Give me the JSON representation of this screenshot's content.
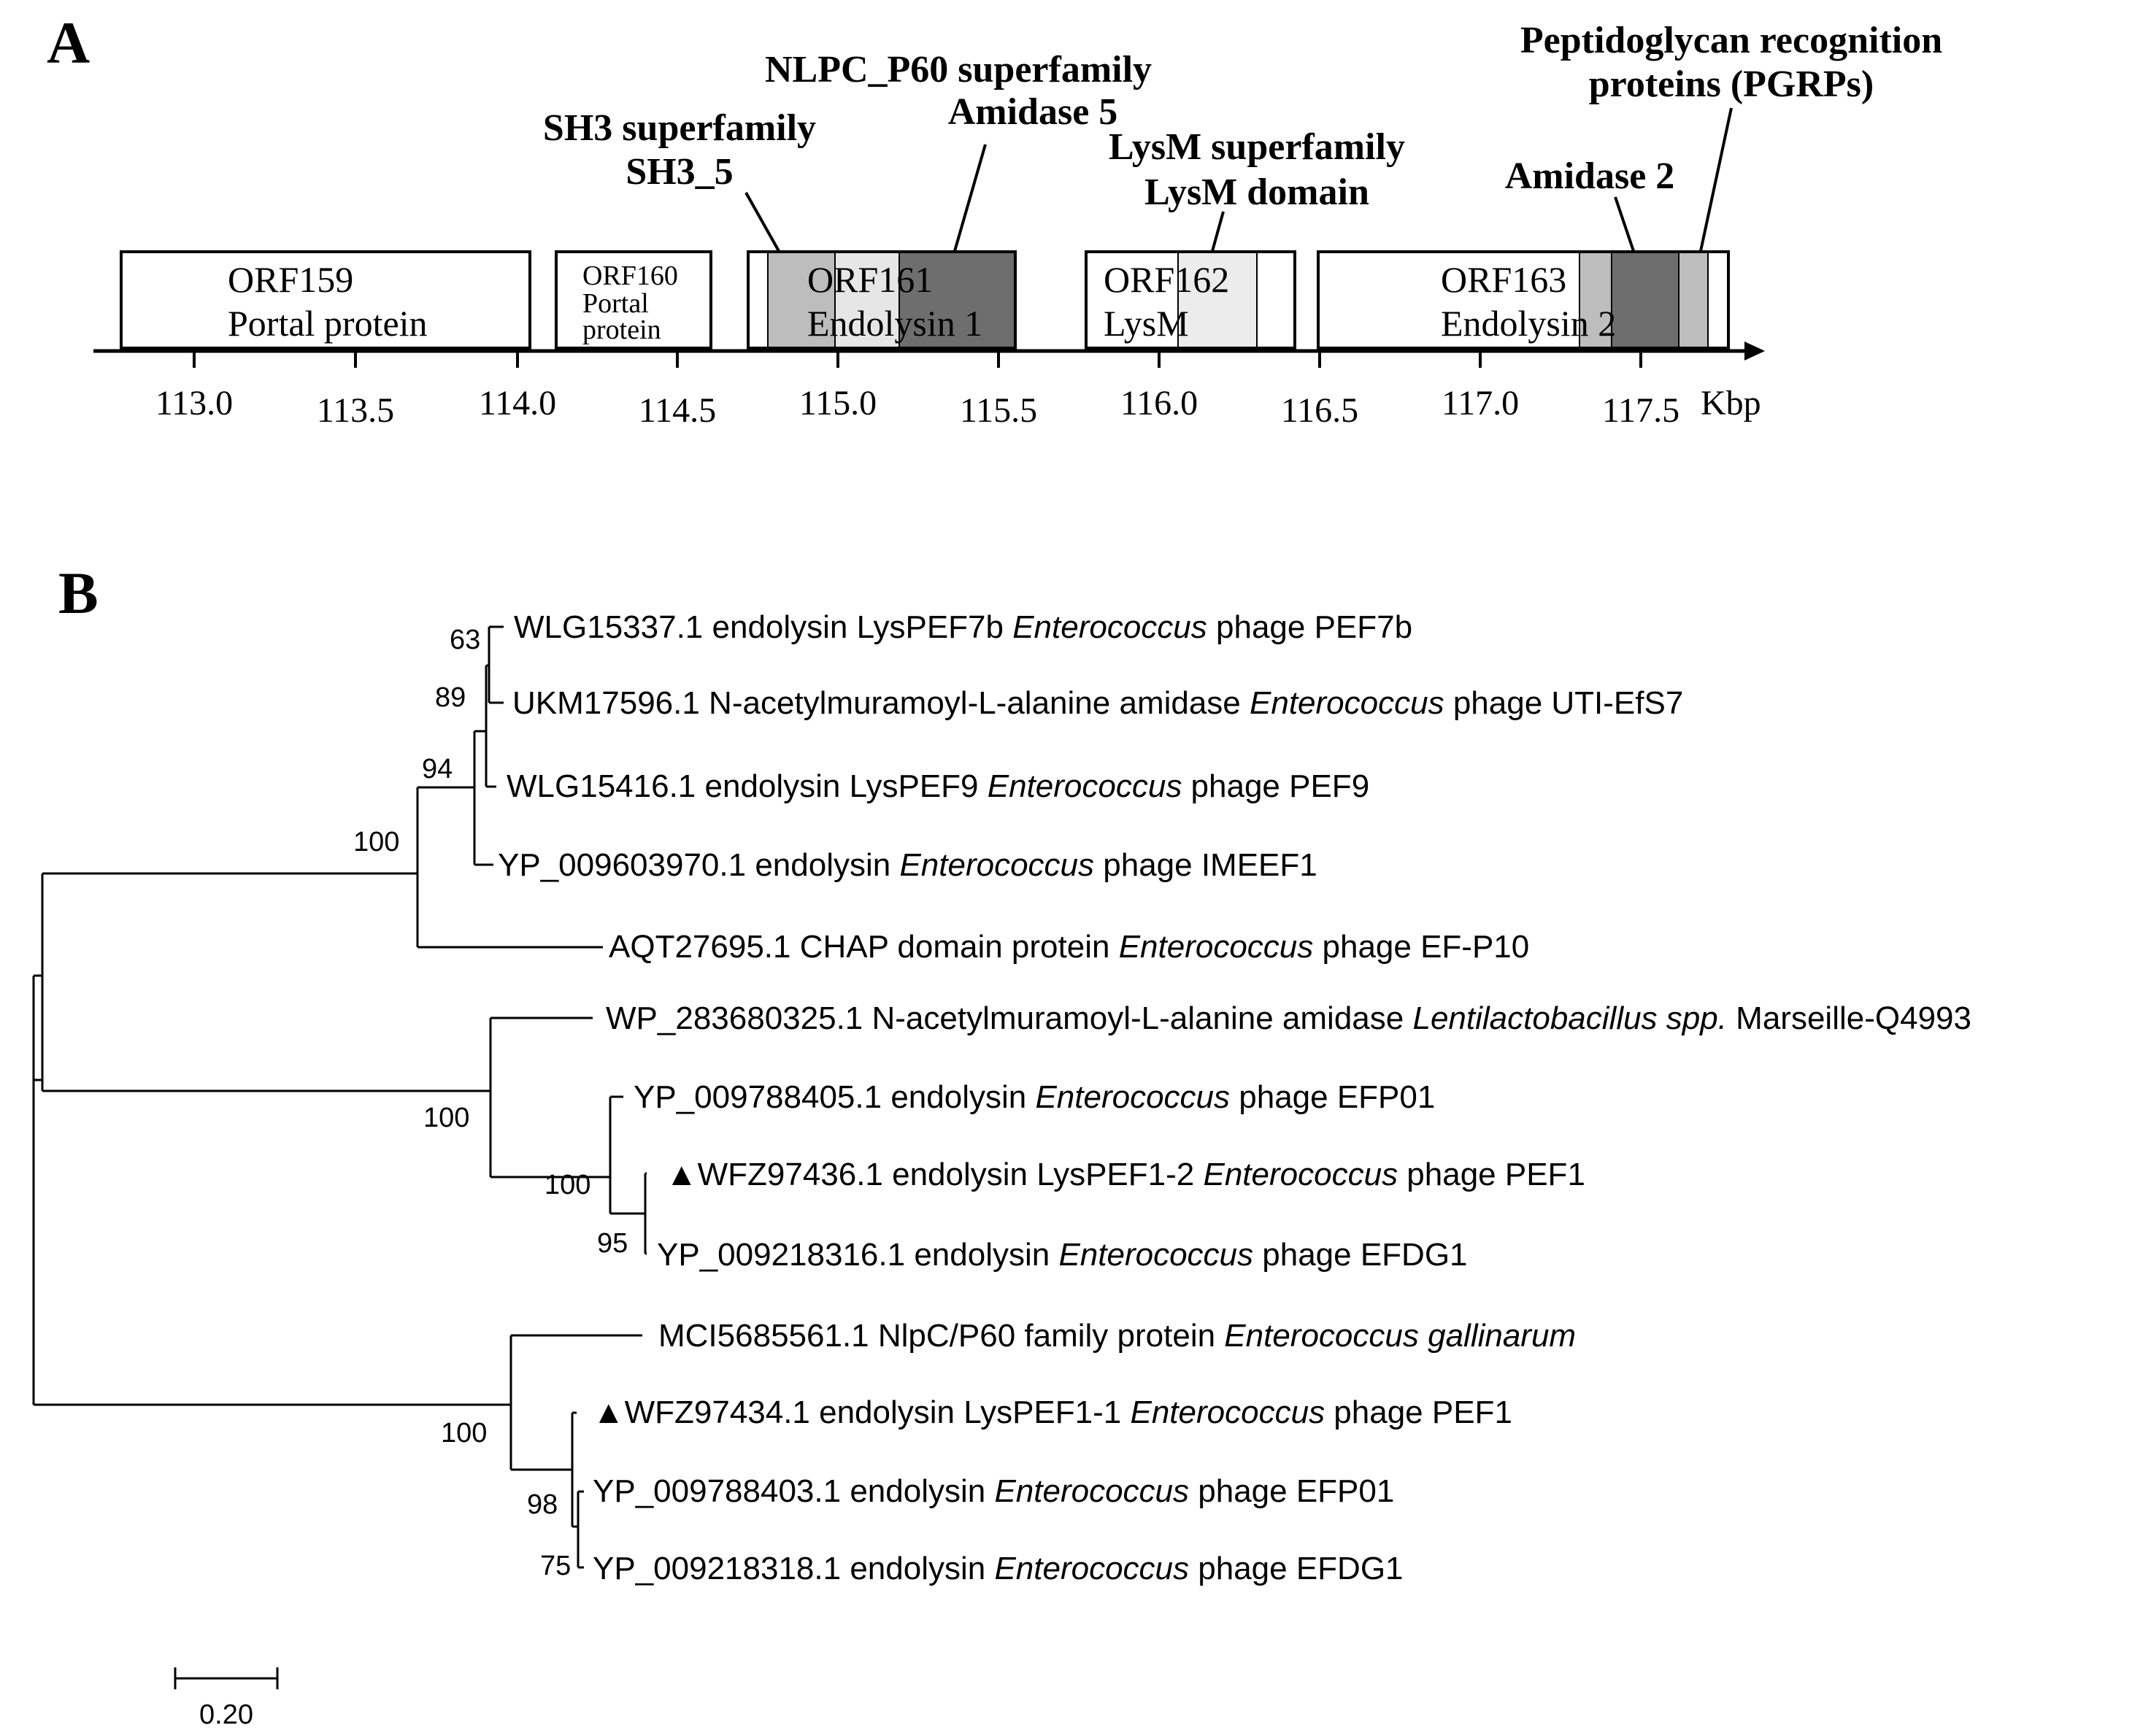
{
  "panel_a": {
    "letter": "A",
    "axis_unit": "Kbp",
    "ticks": [
      "113.0",
      "113.5",
      "114.0",
      "114.5",
      "115.0",
      "115.5",
      "116.0",
      "116.5",
      "117.0",
      "117.5"
    ],
    "orfs": [
      {
        "name": "ORF159",
        "desc": "Portal protein"
      },
      {
        "name": "ORF160",
        "desc_line1": "Portal",
        "desc_line2": "protein"
      },
      {
        "name": "ORF161",
        "desc": "Endolysin 1"
      },
      {
        "name": "ORF162",
        "desc": "LysM"
      },
      {
        "name": "ORF163",
        "desc": "Endolysin 2"
      }
    ],
    "domain_labels": {
      "sh3_line1": "SH3 superfamily",
      "sh3_line2": "SH3_5",
      "nlpc_line1": "NLPC_P60 superfamily",
      "nlpc_line2": "Amidase 5",
      "lysm_line1": "LysM superfamily",
      "lysm_line2": "LysM domain",
      "amidase2": "Amidase 2",
      "pgrp_line1": "Peptidoglycan recognition",
      "pgrp_line2": "proteins (PGRPs)"
    },
    "colors": {
      "light_grey": "#bdbdbd",
      "dark_grey": "#6e6e6e",
      "very_light_grey": "#ececec"
    }
  },
  "panel_b": {
    "letter": "B",
    "marker": "▲",
    "leaves": [
      {
        "acc": "WLG15337.1 endolysin LysPEF7b ",
        "genus": "Enterococcus",
        "rest": " phage PEF7b",
        "marked": false
      },
      {
        "acc": "UKM17596.1 N-acetylmuramoyl-L-alanine amidase ",
        "genus": "Enterococcus",
        "rest": " phage UTI-EfS7",
        "marked": false
      },
      {
        "acc": "WLG15416.1 endolysin LysPEF9 ",
        "genus": "Enterococcus",
        "rest": " phage PEF9",
        "marked": false
      },
      {
        "acc": "YP_009603970.1 endolysin ",
        "genus": "Enterococcus",
        "rest": " phage IMEEF1",
        "marked": false
      },
      {
        "acc": "AQT27695.1 CHAP domain protein ",
        "genus": "Enterococcus",
        "rest": " phage EF-P10",
        "marked": false
      },
      {
        "acc": "WP_283680325.1 N-acetylmuramoyl-L-alanine amidase ",
        "genus": "Lentilactobacillus spp.",
        "rest": " Marseille-Q4993",
        "marked": false
      },
      {
        "acc": "YP_009788405.1 endolysin ",
        "genus": "Enterococcus",
        "rest": " phage EFP01",
        "marked": false
      },
      {
        "acc": "WFZ97436.1 endolysin LysPEF1-2 ",
        "genus": "Enterococcus",
        "rest": " phage PEF1",
        "marked": true
      },
      {
        "acc": "YP_009218316.1 endolysin ",
        "genus": "Enterococcus",
        "rest": " phage EFDG1",
        "marked": false
      },
      {
        "acc": "MCI5685561.1 NlpC/P60 family protein ",
        "genus": "Enterococcus gallinarum",
        "rest": "",
        "marked": false
      },
      {
        "acc": "WFZ97434.1 endolysin LysPEF1-1 ",
        "genus": "Enterococcus",
        "rest": " phage PEF1",
        "marked": true
      },
      {
        "acc": "YP_009788403.1 endolysin ",
        "genus": "Enterococcus",
        "rest": " phage EFP01",
        "marked": false
      },
      {
        "acc": "YP_009218318.1 endolysin ",
        "genus": "Enterococcus",
        "rest": " phage EFDG1",
        "marked": false
      }
    ],
    "bootstraps": [
      "63",
      "89",
      "94",
      "100",
      "100",
      "100",
      "95",
      "100",
      "98",
      "75"
    ],
    "scale_bar": "0.20"
  }
}
